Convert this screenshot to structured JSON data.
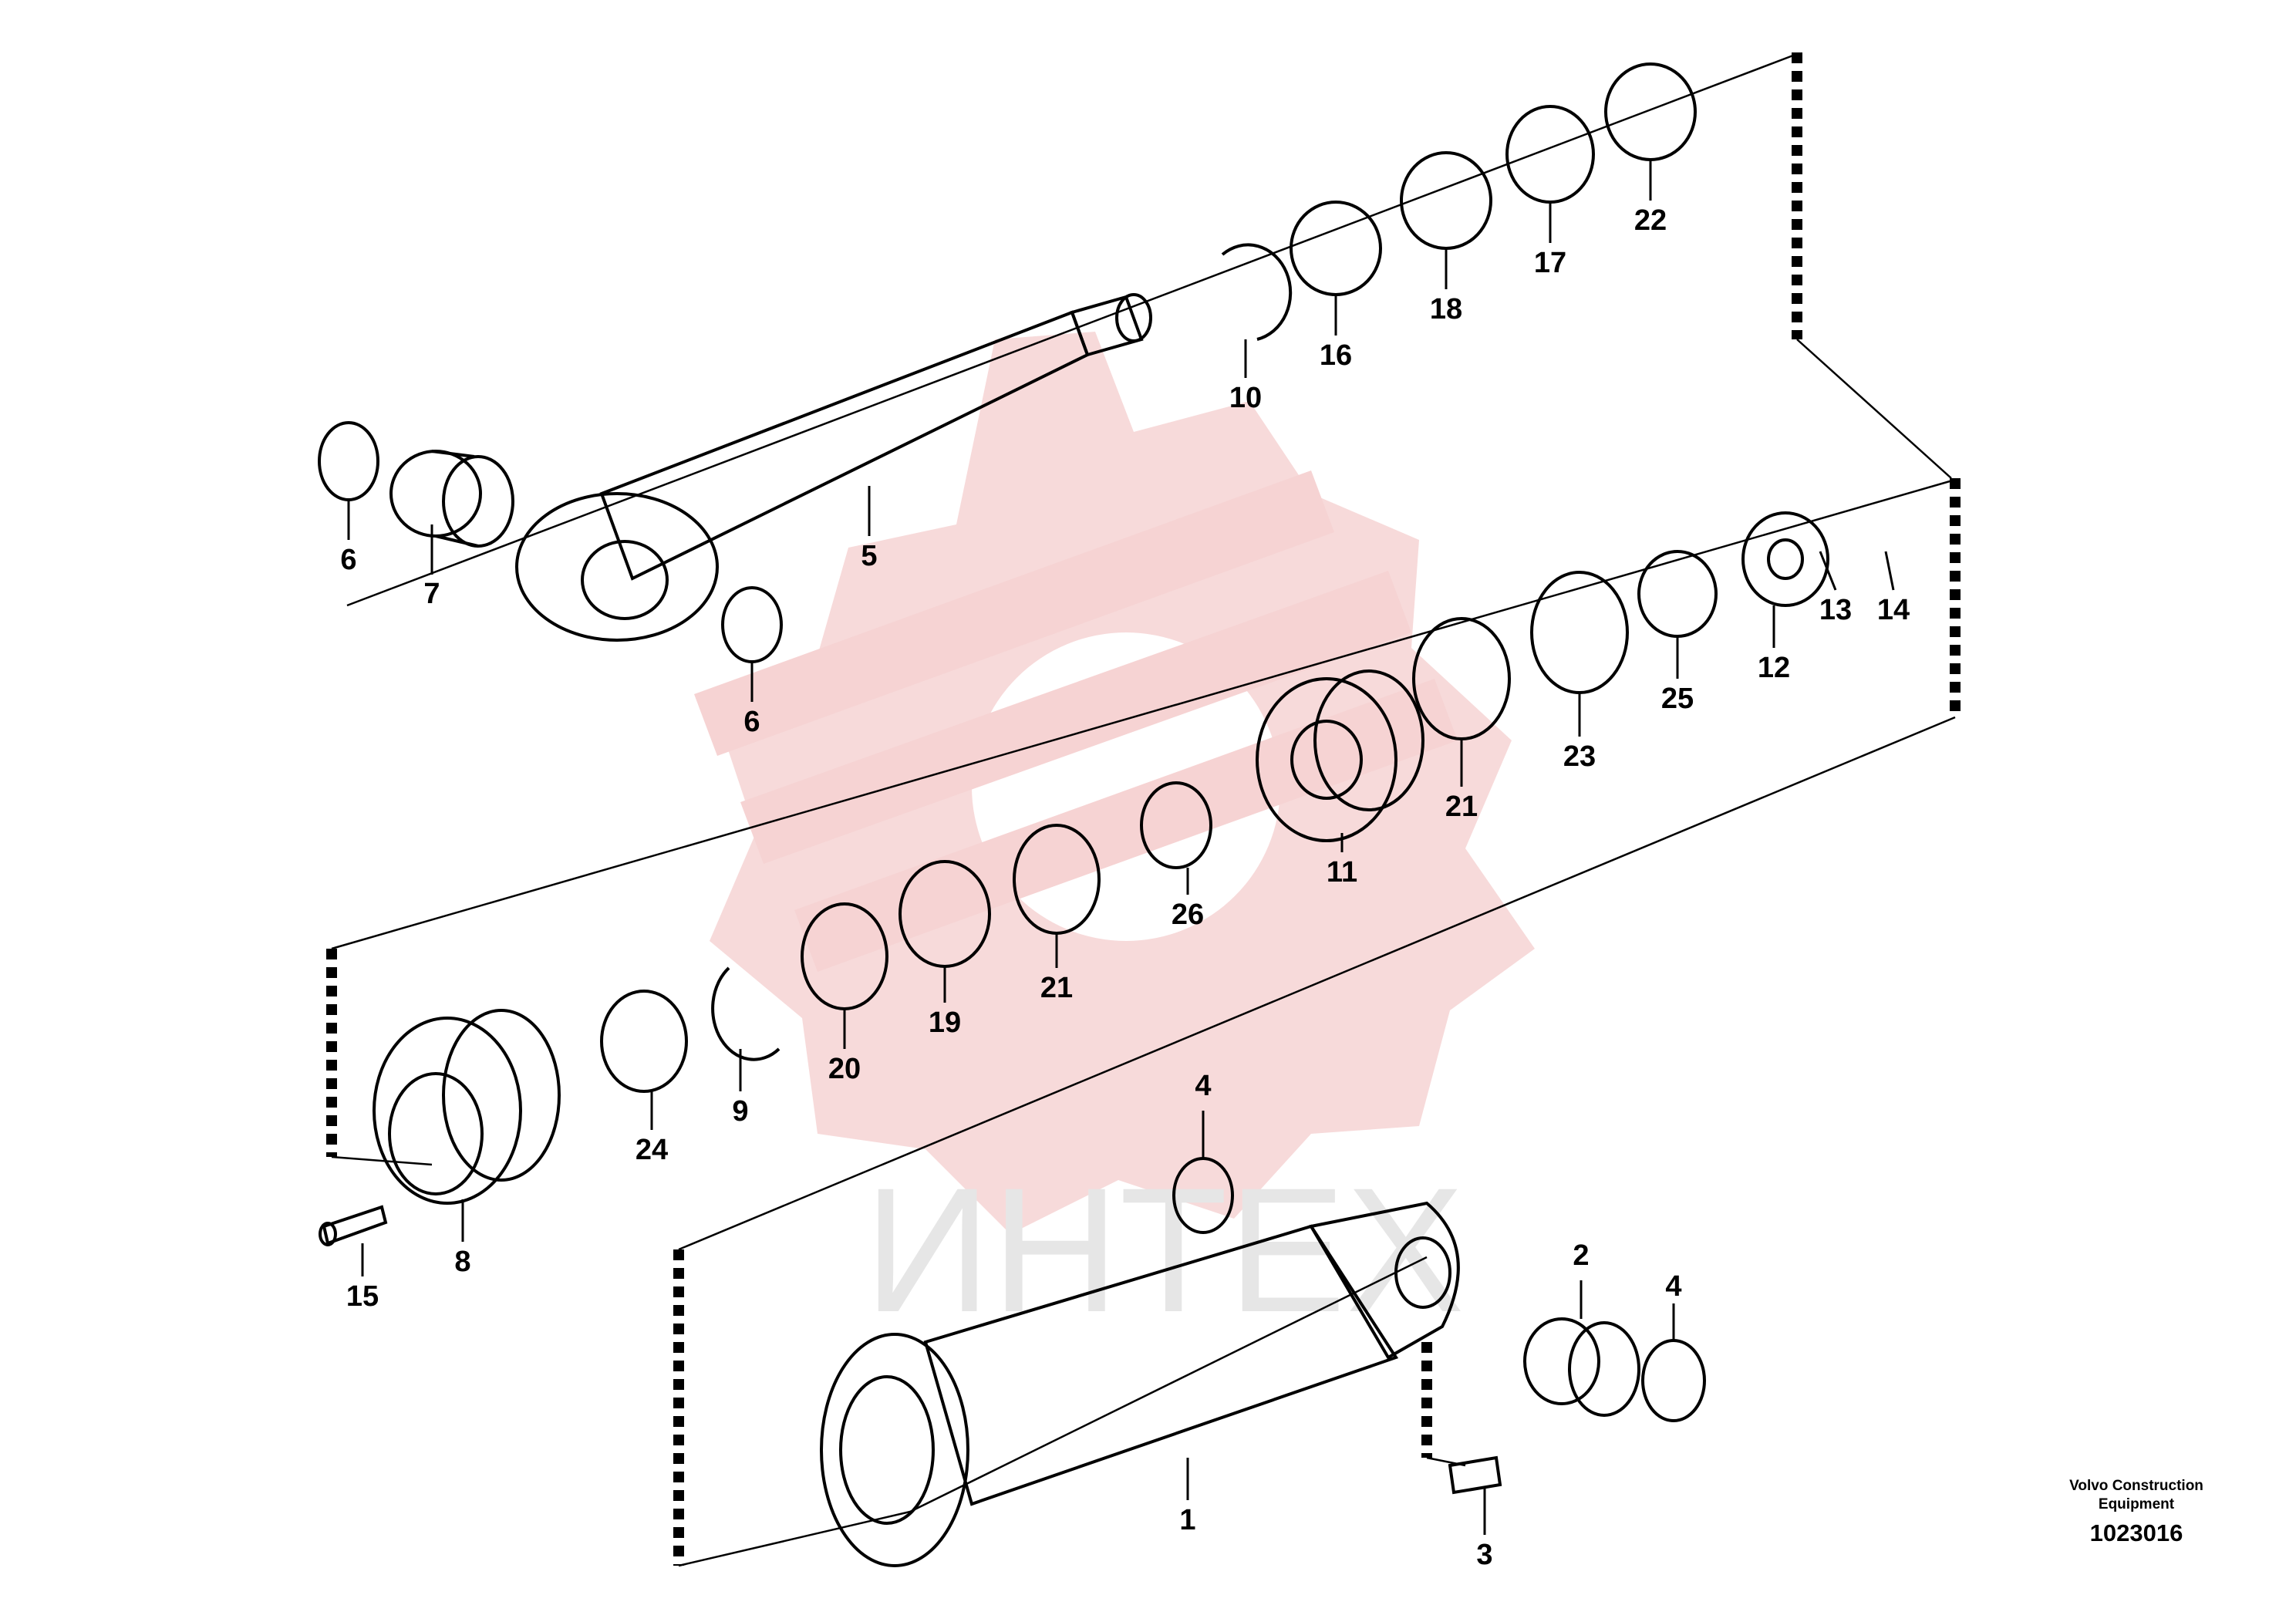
{
  "drawing": {
    "credit_line1": "Volvo Construction",
    "credit_line2": "Equipment",
    "code": "1023016"
  },
  "watermark": {
    "text": "ИНТЕХ",
    "color": "#f4c8c8",
    "icon": "gear-icon"
  },
  "colors": {
    "line": "#000000",
    "background": "#ffffff"
  },
  "callouts": [
    {
      "id": "c6a",
      "label": "6"
    },
    {
      "id": "c7",
      "label": "7"
    },
    {
      "id": "c5",
      "label": "5"
    },
    {
      "id": "c6b",
      "label": "6"
    },
    {
      "id": "c10",
      "label": "10"
    },
    {
      "id": "c16",
      "label": "16"
    },
    {
      "id": "c18",
      "label": "18"
    },
    {
      "id": "c17",
      "label": "17"
    },
    {
      "id": "c22",
      "label": "22"
    },
    {
      "id": "c13",
      "label": "13"
    },
    {
      "id": "c14",
      "label": "14"
    },
    {
      "id": "c12",
      "label": "12"
    },
    {
      "id": "c25",
      "label": "25"
    },
    {
      "id": "c23",
      "label": "23"
    },
    {
      "id": "c21a",
      "label": "21"
    },
    {
      "id": "c11",
      "label": "11"
    },
    {
      "id": "c26",
      "label": "26"
    },
    {
      "id": "c21b",
      "label": "21"
    },
    {
      "id": "c19",
      "label": "19"
    },
    {
      "id": "c20",
      "label": "20"
    },
    {
      "id": "c9",
      "label": "9"
    },
    {
      "id": "c24",
      "label": "24"
    },
    {
      "id": "c8",
      "label": "8"
    },
    {
      "id": "c15",
      "label": "15"
    },
    {
      "id": "c4a",
      "label": "4"
    },
    {
      "id": "c2",
      "label": "2"
    },
    {
      "id": "c4b",
      "label": "4"
    },
    {
      "id": "c1",
      "label": "1"
    },
    {
      "id": "c3",
      "label": "3"
    }
  ]
}
